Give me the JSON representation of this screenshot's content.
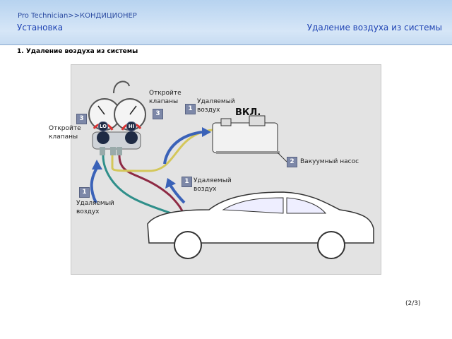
{
  "header": {
    "breadcrumb": "Pro  Technician>>КОНДИЦИОНЕР",
    "section": "Установка",
    "title": "Удаление воздуха из системы"
  },
  "subtitle": "1. Удаление воздуха из системы",
  "diagram": {
    "open_valves_top": "Откройте\nклапаны",
    "open_valves_left": "Откройте\nклапаны",
    "removed_air_top": "Удаляемый\nвоздух",
    "removed_air_mid": "Удаляемый\nвоздух",
    "removed_air_left": "Удаляемый\nвоздух",
    "on_label": "ВКЛ.",
    "vacuum_pump": "Вакуумный насос",
    "gauge_lo": "LO",
    "gauge_hi": "HI",
    "badge_1": "1",
    "badge_2": "2",
    "badge_3": "3"
  },
  "page_indicator": "(2/3)"
}
